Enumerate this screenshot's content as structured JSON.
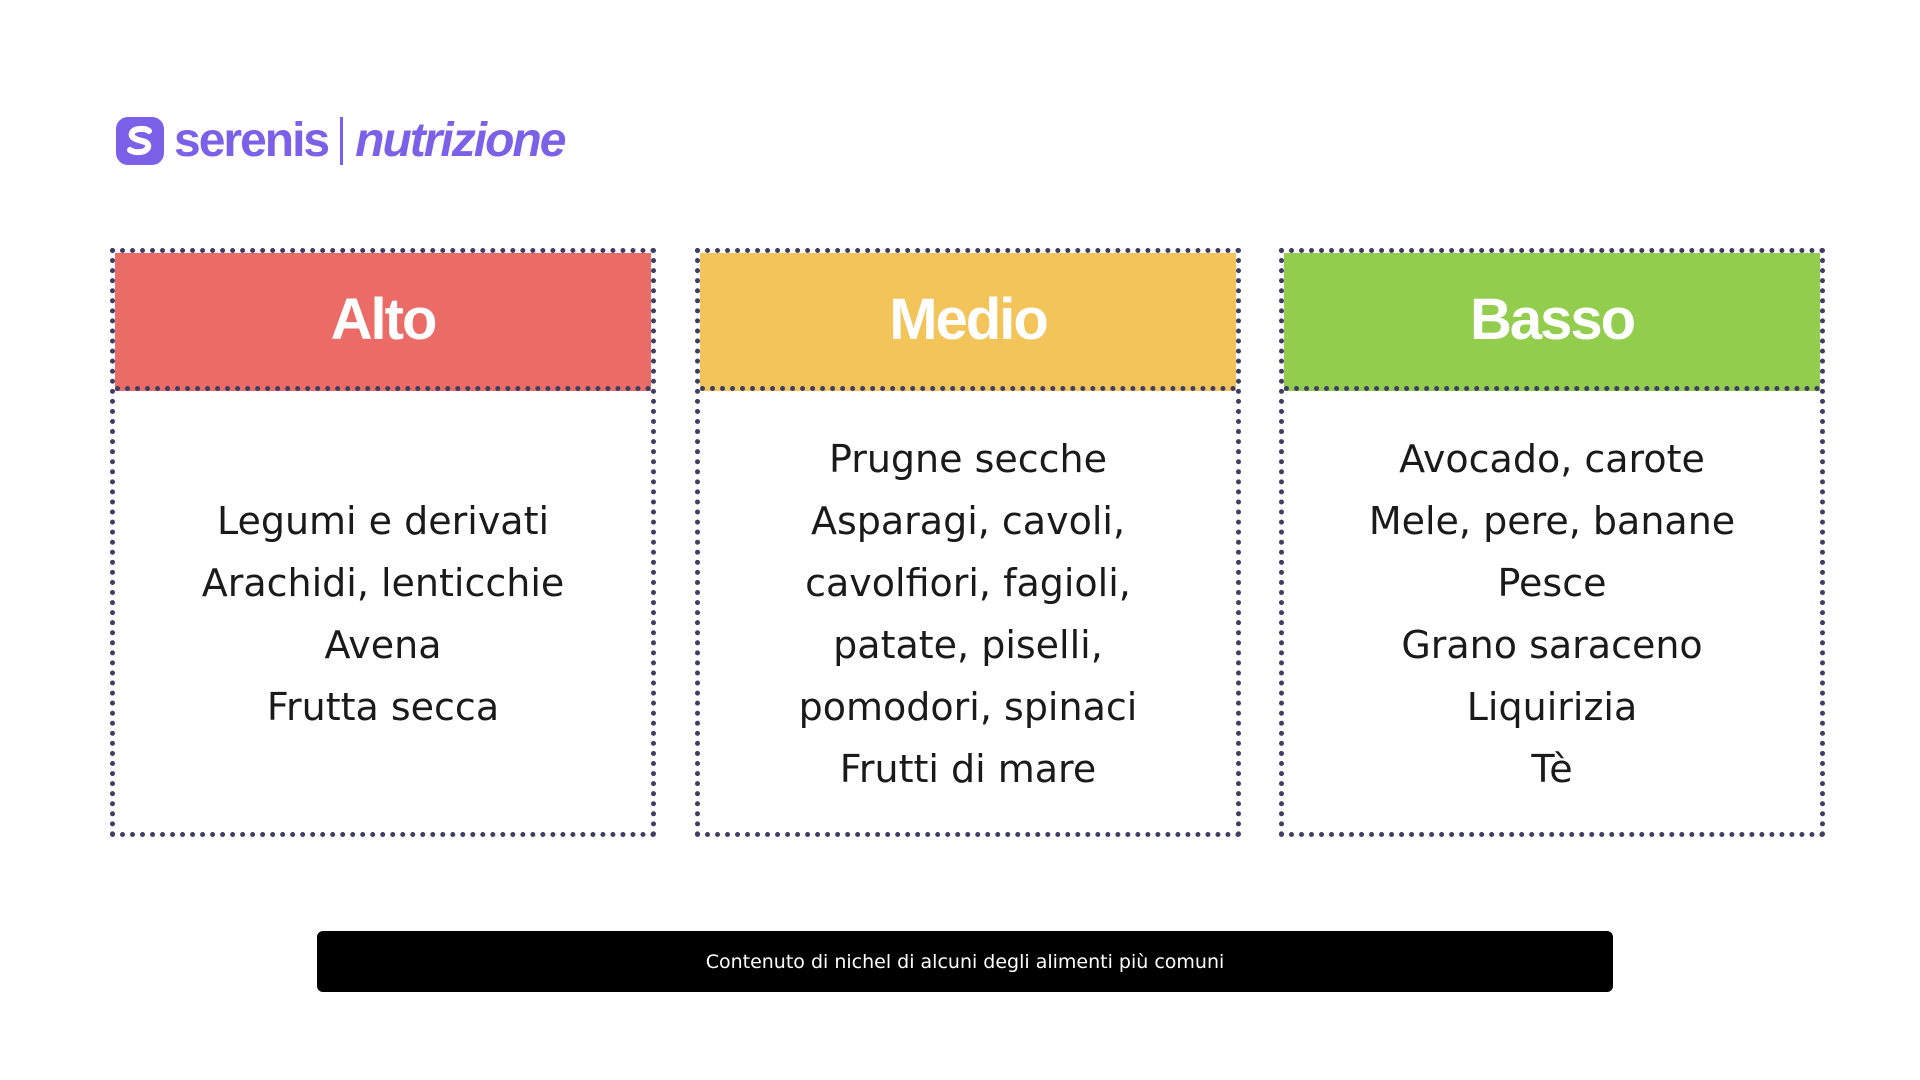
{
  "brand": {
    "name": "serenis",
    "sub": "nutrizione",
    "logo_icon": "serenis-s-logo-icon",
    "color": "#7b61e8"
  },
  "colors": {
    "alto": "#eb6c66",
    "medio": "#f3c45a",
    "basso": "#92cd4d",
    "border": "#3f3d63",
    "caption_bg": "#000000"
  },
  "columns": [
    {
      "title": "Alto",
      "items": [
        "Legumi e derivati",
        "Arachidi, lenticchie",
        "Avena",
        "Frutta secca"
      ]
    },
    {
      "title": "Medio",
      "items": [
        "Prugne secche",
        "Asparagi, cavoli,",
        "cavolfiori, fagioli,",
        "patate, piselli,",
        "pomodori, spinaci",
        "Frutti di mare"
      ]
    },
    {
      "title": "Basso",
      "items": [
        "Avocado, carote",
        "Mele, pere, banane",
        "Pesce",
        "Grano saraceno",
        "Liquirizia",
        "Tè"
      ]
    }
  ],
  "caption": "Contenuto di nichel di alcuni degli alimenti più comuni"
}
